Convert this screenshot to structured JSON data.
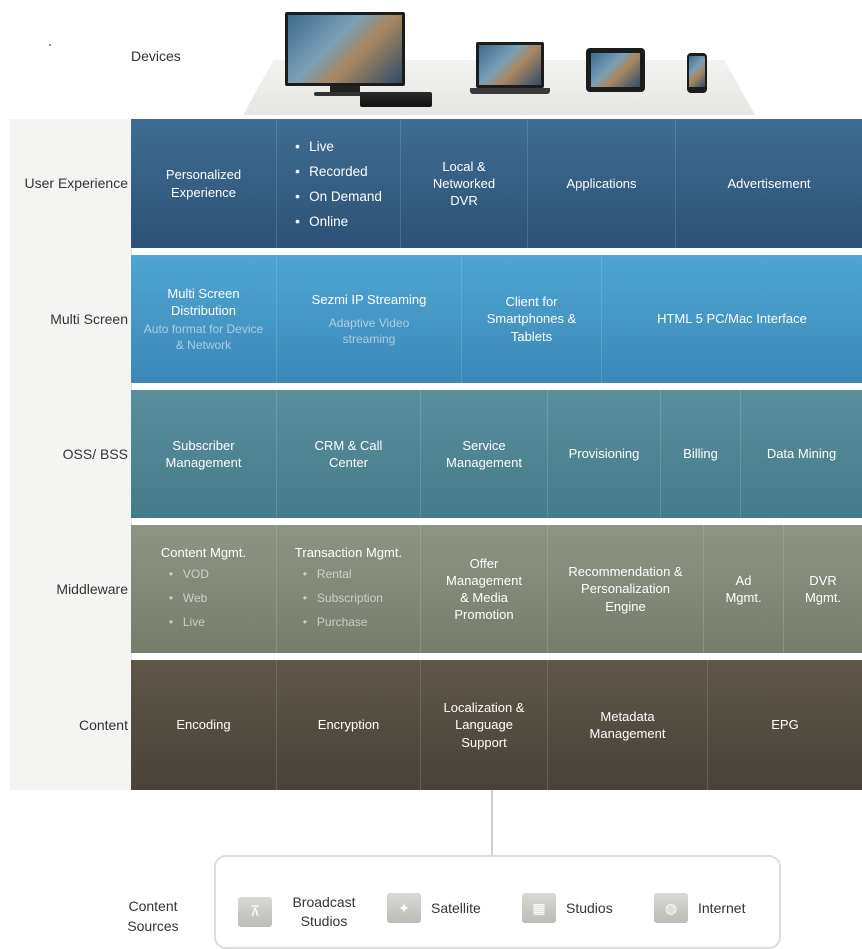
{
  "devices": {
    "label": "Devices"
  },
  "layers": [
    {
      "name": "user-experience",
      "label": "User Experience"
    },
    {
      "name": "multi-screen",
      "label": "Multi Screen"
    },
    {
      "name": "oss-bss",
      "label": "OSS/ BSS"
    },
    {
      "name": "middleware",
      "label": "Middleware"
    },
    {
      "name": "content",
      "label": "Content"
    }
  ],
  "user_experience": {
    "personalized": "Personalized Experience",
    "bullets": [
      "Live",
      "Recorded",
      "On Demand",
      "Online"
    ],
    "dvr": "Local & Networked DVR",
    "applications": "Applications",
    "advertisement": "Advertisement"
  },
  "multi_screen": {
    "distribution": {
      "title": "Multi Screen Distribution",
      "sub": "Auto format for Device & Network"
    },
    "streaming": {
      "title": "Sezmi IP Streaming",
      "sub": "Adaptive Video streaming"
    },
    "client": "Client for Smartphones & Tablets",
    "html5": "HTML 5 PC/Mac Interface"
  },
  "oss_bss": {
    "subscriber": "Subscriber Management",
    "crm": "CRM & Call Center",
    "service": "Service Management",
    "provisioning": "Provisioning",
    "billing": "Billing",
    "data_mining": "Data Mining"
  },
  "middleware": {
    "content_mgmt": {
      "title": "Content Mgmt.",
      "items": [
        "VOD",
        "Web",
        "Live"
      ]
    },
    "transaction_mgmt": {
      "title": "Transaction Mgmt.",
      "items": [
        "Rental",
        "Subscription",
        "Purchase"
      ]
    },
    "offer": "Offer Management & Media Promotion",
    "recommendation": "Recommendation & Personalization Engine",
    "ad": "Ad Mgmt.",
    "dvr": "DVR Mgmt."
  },
  "content": {
    "encoding": "Encoding",
    "encryption": "Encryption",
    "localization": "Localization & Language Support",
    "metadata": "Metadata Management",
    "epg": "EPG"
  },
  "sources": {
    "label": "Content Sources",
    "items": [
      {
        "name": "broadcast",
        "label": "Broadcast Studios",
        "icon": "broadcast-tower-icon"
      },
      {
        "name": "satellite",
        "label": "Satellite",
        "icon": "satellite-icon"
      },
      {
        "name": "studios",
        "label": "Studios",
        "icon": "studio-icon"
      },
      {
        "name": "internet",
        "label": "Internet",
        "icon": "globe-icon"
      }
    ]
  },
  "colors": {
    "user_experience": "#365f85",
    "multi_screen": "#4597c6",
    "oss_bss": "#508594",
    "middleware": "#838a79",
    "content": "#534d42"
  }
}
